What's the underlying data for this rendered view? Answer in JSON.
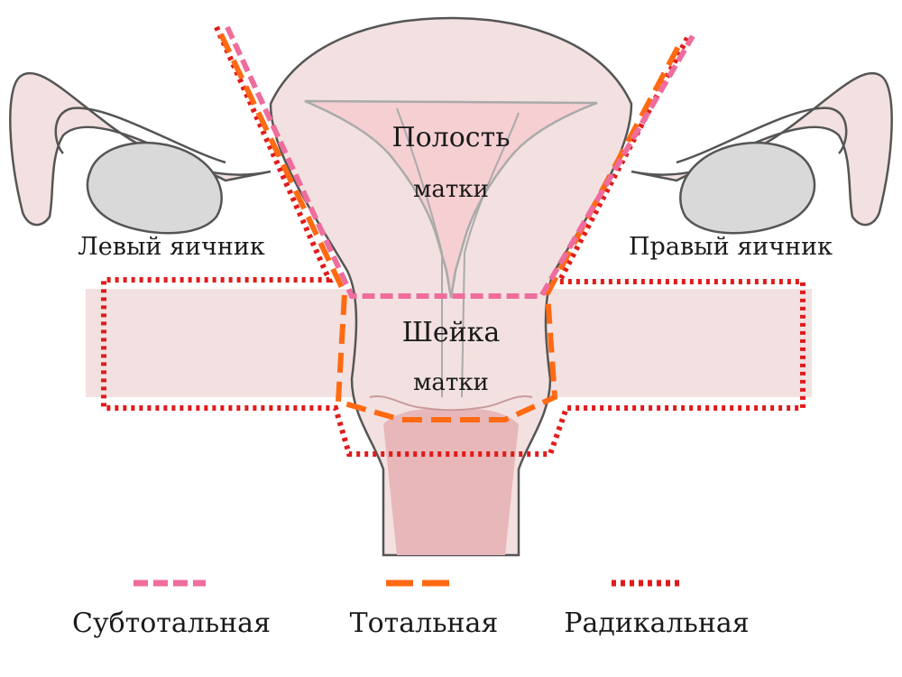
{
  "labels": {
    "cavity_line1": "Полость",
    "cavity_line2": "матки",
    "cervix_line1": "Шейка",
    "cervix_line2": "матки",
    "left_ovary": "Левый яичник",
    "right_ovary": "Правый яичник"
  },
  "legend": [
    {
      "label": "Субтотальная",
      "color": "#ee6d9d",
      "style": "dash"
    },
    {
      "label": "Тотальная",
      "color": "#ff6a13",
      "style": "long-dash"
    },
    {
      "label": "Радикальная",
      "color": "#e11b1b",
      "style": "dots"
    }
  ],
  "colors": {
    "outline": "#555555",
    "tissue": "#f2e1e0",
    "cavity": "#f5cfd2",
    "ovary": "#d9d9d9",
    "canal": "#e8b7b9"
  }
}
